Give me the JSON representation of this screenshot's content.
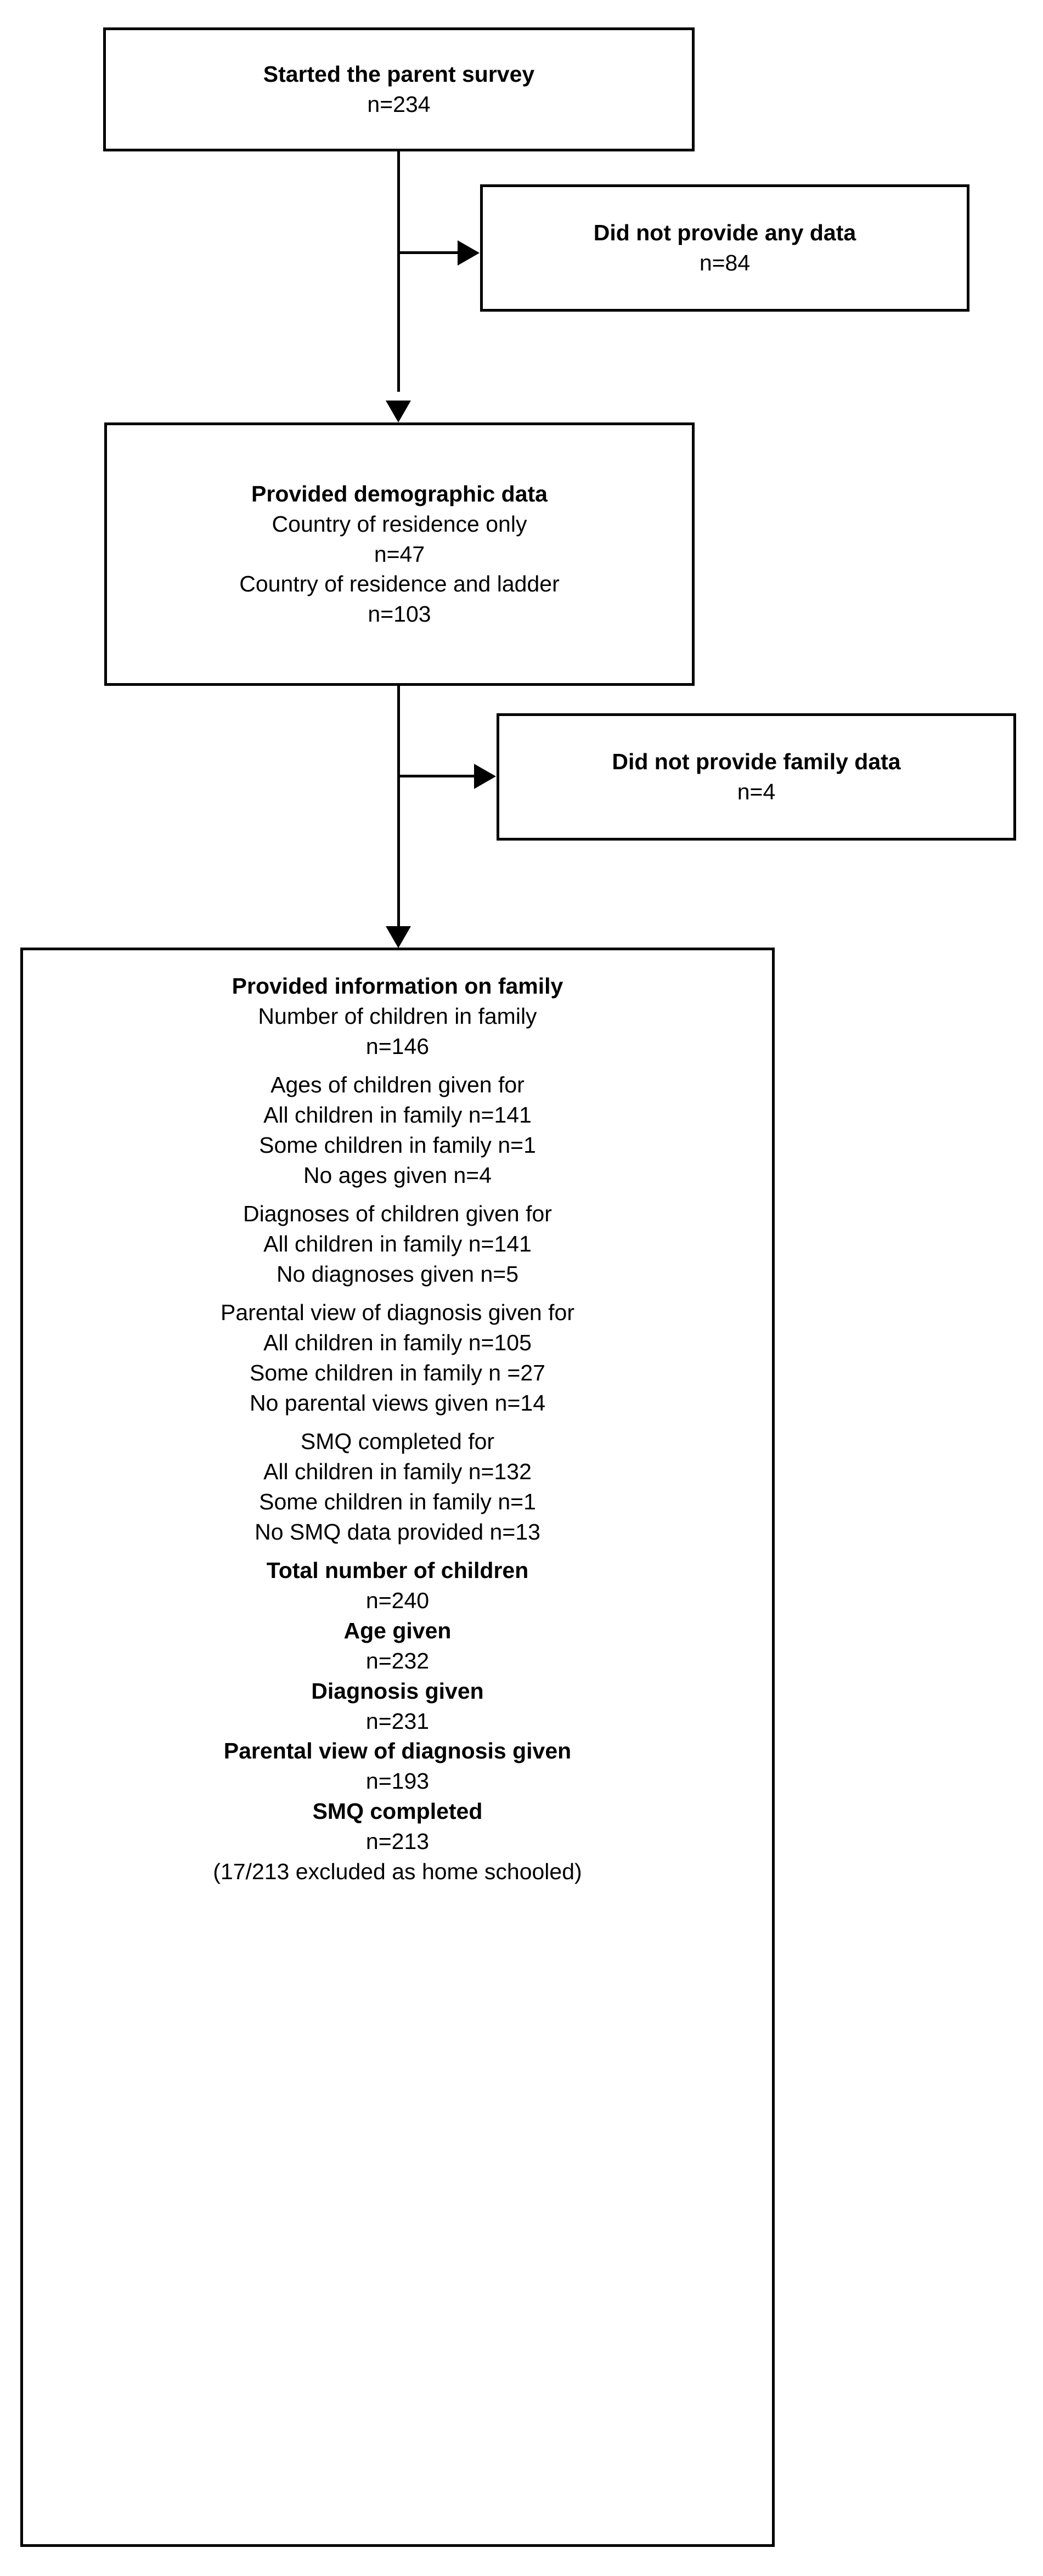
{
  "figure": {
    "type": "flowchart",
    "orientation": "vertical",
    "colors": {
      "background": "#ffffff",
      "stroke": "#000000",
      "text": "#000000"
    }
  },
  "nodes": {
    "started": {
      "name": "Started the parent survey",
      "title": "Started the parent survey",
      "count_label": "n=234",
      "n": 234
    },
    "no_data": {
      "name": "Did not provide any data",
      "title": "Did not provide any data",
      "count_label": "n=84",
      "n": 84
    },
    "demographic": {
      "name": "Provided demographic data",
      "title": "Provided demographic data",
      "lines": [
        {
          "text": "Country of residence only",
          "bold": false
        },
        {
          "text": "n=47",
          "bold": false
        },
        {
          "text": "Country of residence and ladder",
          "bold": false
        },
        {
          "text": "n=103",
          "bold": false
        }
      ]
    },
    "no_family": {
      "name": "Did not provide family data",
      "title": "Did not provide family data",
      "count_label": "n=4",
      "n": 4
    },
    "family_info": {
      "name": "Provided information on family",
      "title": "Provided information on family",
      "lines": [
        {
          "text": "Number of children in family",
          "bold": false
        },
        {
          "text": "n=146",
          "bold": false
        },
        {
          "text": "",
          "bold": false,
          "spacer": true
        },
        {
          "text": "Ages of children given for",
          "bold": false
        },
        {
          "text": "All children in family n=141",
          "bold": false
        },
        {
          "text": "Some children in family n=1",
          "bold": false
        },
        {
          "text": "No ages given n=4",
          "bold": false
        },
        {
          "text": "",
          "bold": false,
          "spacer": true
        },
        {
          "text": "Diagnoses of children given for",
          "bold": false
        },
        {
          "text": "All children in family n=141",
          "bold": false
        },
        {
          "text": "No diagnoses given n=5",
          "bold": false
        },
        {
          "text": "",
          "bold": false,
          "spacer": true
        },
        {
          "text": "Parental view of diagnosis given for",
          "bold": false
        },
        {
          "text": "All children in family n=105",
          "bold": false
        },
        {
          "text": "Some children in family n =27",
          "bold": false
        },
        {
          "text": "No parental views given n=14",
          "bold": false
        },
        {
          "text": "",
          "bold": false,
          "spacer": true
        },
        {
          "text": "SMQ completed for",
          "bold": false
        },
        {
          "text": "All children in family n=132",
          "bold": false
        },
        {
          "text": "Some children in family n=1",
          "bold": false
        },
        {
          "text": "No SMQ data provided n=13",
          "bold": false
        },
        {
          "text": "",
          "bold": false,
          "spacer": true
        },
        {
          "text": "Total number of children",
          "bold": true
        },
        {
          "text": "n=240",
          "bold": false
        },
        {
          "text": "Age given",
          "bold": true
        },
        {
          "text": "n=232",
          "bold": false
        },
        {
          "text": "Diagnosis given",
          "bold": true
        },
        {
          "text": "n=231",
          "bold": false
        },
        {
          "text": "Parental view of diagnosis given",
          "bold": true
        },
        {
          "text": "n=193",
          "bold": false
        },
        {
          "text": "SMQ completed",
          "bold": true
        },
        {
          "text": "n=213",
          "bold": false
        },
        {
          "text": "(17/213 excluded as home schooled)",
          "bold": false
        }
      ]
    }
  },
  "connectors": [
    {
      "name": "started-to-no-data",
      "from": "started",
      "to": "no_data",
      "arrow": "right"
    },
    {
      "name": "started-to-demographic",
      "from": "started",
      "to": "demographic",
      "arrow": "down"
    },
    {
      "name": "demographic-to-no-family",
      "from": "demographic",
      "to": "no_family",
      "arrow": "right"
    },
    {
      "name": "demographic-to-family-info",
      "from": "demographic",
      "to": "family_info",
      "arrow": "down"
    }
  ]
}
